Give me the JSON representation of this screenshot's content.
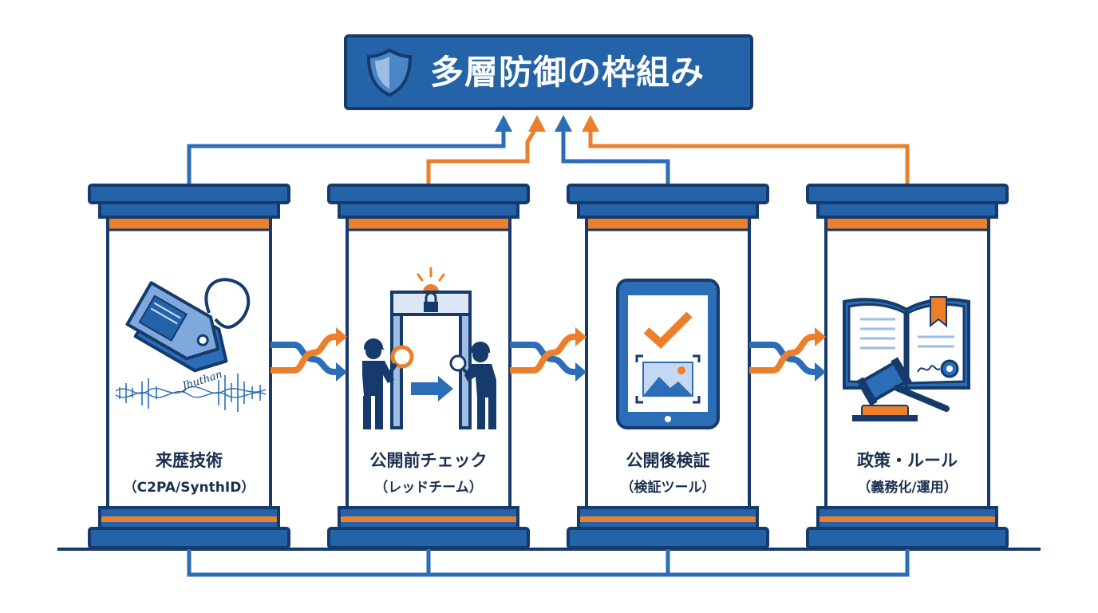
{
  "title": {
    "text": "多層防御の枠組み",
    "icon": "shield-icon"
  },
  "pillars": [
    {
      "id": "provenance",
      "label": "来歴技術",
      "sub": "（C2PA/SynthID）",
      "icon": "tag-watermark-icon"
    },
    {
      "id": "prepublish",
      "label": "公開前チェック",
      "sub": "（レッドチーム）",
      "icon": "security-gate-inspection-icon"
    },
    {
      "id": "postpublish",
      "label": "公開後検証",
      "sub": "（検証ツール）",
      "icon": "tablet-verification-icon"
    },
    {
      "id": "policy",
      "label": "政策・ルール",
      "sub": "（義務化/運用）",
      "icon": "law-book-gavel-icon"
    }
  ],
  "colors": {
    "navy": "#153a6b",
    "blue": "#2563a9",
    "line_blue": "#2c6db8",
    "orange": "#ec7f2c",
    "ink": "#1b2f4f",
    "background": "#ffffff"
  }
}
